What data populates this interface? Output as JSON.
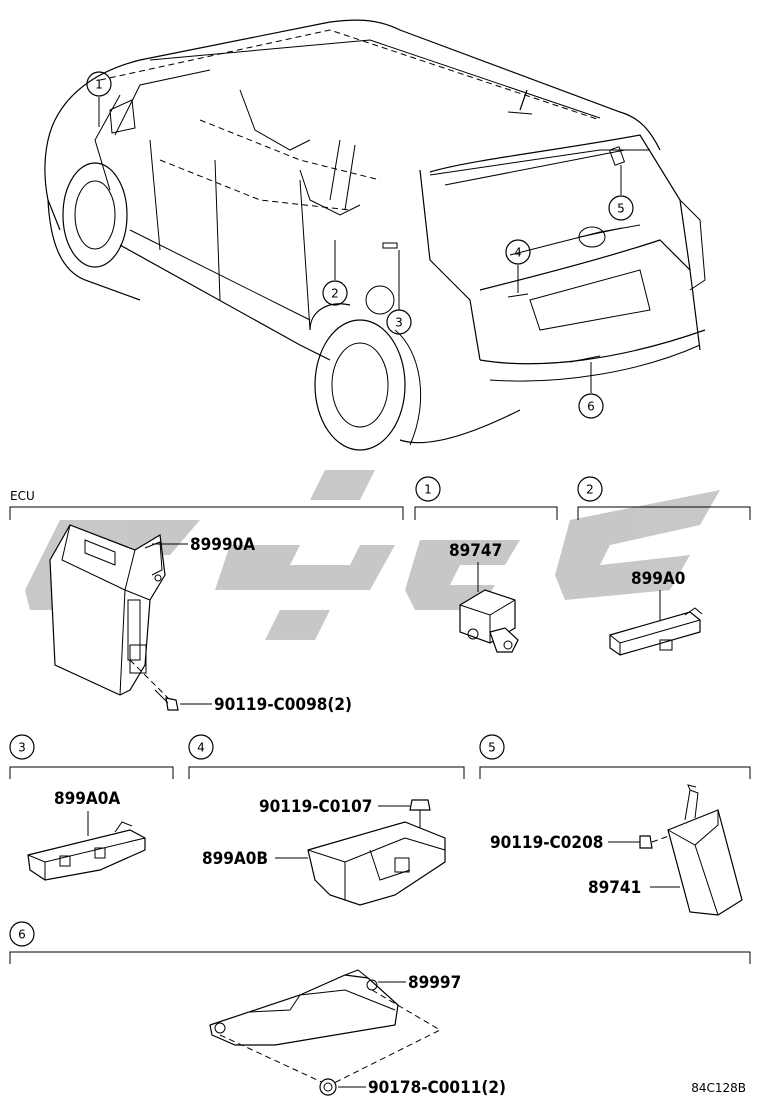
{
  "diagram": {
    "callouts": [
      "1",
      "2",
      "3",
      "4",
      "5",
      "6"
    ],
    "sections": {
      "ecu": {
        "title": "ECU",
        "parts": [
          {
            "code": "89990A"
          },
          {
            "code": "90119-C0098(2)"
          }
        ]
      },
      "s1": {
        "number": "1",
        "parts": [
          {
            "code": "89747"
          }
        ]
      },
      "s2": {
        "number": "2",
        "parts": [
          {
            "code": "899A0"
          }
        ]
      },
      "s3": {
        "number": "3",
        "parts": [
          {
            "code": "899A0A"
          }
        ]
      },
      "s4": {
        "number": "4",
        "parts": [
          {
            "code": "90119-C0107"
          },
          {
            "code": "899A0B"
          }
        ]
      },
      "s5": {
        "number": "5",
        "parts": [
          {
            "code": "90119-C0208"
          },
          {
            "code": "89741"
          }
        ]
      },
      "s6": {
        "number": "6",
        "parts": [
          {
            "code": "89997"
          },
          {
            "code": "90178-C0011(2)"
          }
        ]
      }
    },
    "reference": "84C128B",
    "colors": {
      "line": "#000000",
      "watermark": "#9a9a9a",
      "background": "#ffffff"
    }
  }
}
